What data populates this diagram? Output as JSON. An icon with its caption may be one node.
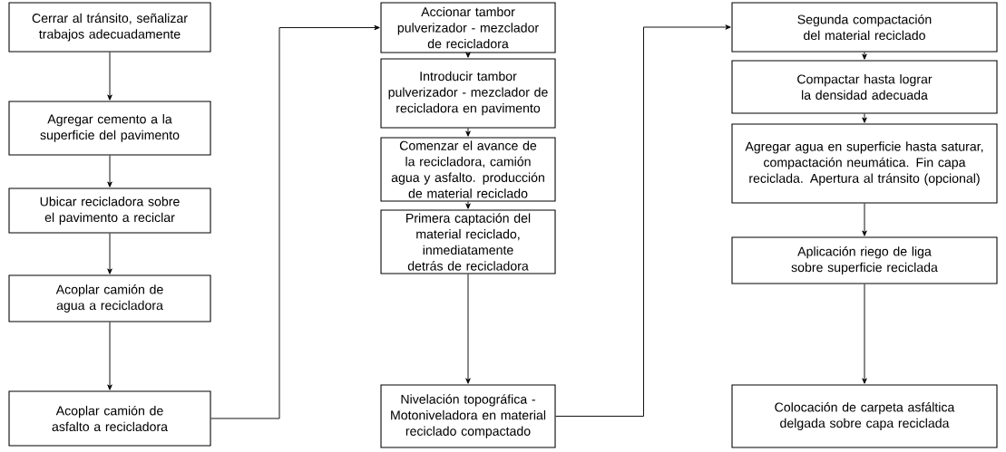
{
  "diagram": {
    "nodes": [
      {
        "text": [
          "Cerrar al tránsito, señalizar trabajos adecuadamente"
        ]
      },
      {
        "text": [
          "Agregar cemento a la superficie del pavimento"
        ]
      },
      {
        "text": [
          "Ubicar recicladora sobre el pavimento a reciclar"
        ]
      },
      {
        "text": [
          "Acoplar camión de agua a recicladora"
        ]
      },
      {
        "text": [
          "Acoplar camión de asfalto a recicladora"
        ]
      },
      {
        "text": [
          "Accionar tambor pulverizador - mezclador de recicladora"
        ]
      },
      {
        "text": [
          "Introducir tambor pulverizador - mezclador de recicladora en pavimento"
        ]
      },
      {
        "text": [
          "Comenzar el avance de la recicladora, camión agua y asfalto. producción de material reciclado"
        ]
      },
      {
        "text": [
          "Primera captación del material reciclado, inmediatamente detrás de recicladora"
        ]
      },
      {
        "text": [
          "Nivelación topográfica - Motoniveladora en material reciclado compactado"
        ]
      },
      {
        "text": [
          "Segunda compactación del material reciclado"
        ]
      },
      {
        "text": [
          "Compactar hasta lograr la densidad adecuada"
        ]
      },
      {
        "text": [
          "Agregar agua en superficie hasta saturar, compactación neumática. Fin capa reciclada. Apertura al tránsito (opcional)"
        ]
      },
      {
        "text": [
          "Aplicación riego de liga sobre superficie reciclada"
        ]
      },
      {
        "text": [
          "Colocación de carpeta asfáltica delgada sobre capa reciclada"
        ]
      }
    ],
    "edges": [
      {
        "from": 0,
        "to": 1,
        "arrow": "to"
      },
      {
        "from": 1,
        "to": 2,
        "arrow": "to"
      },
      {
        "from": 2,
        "to": 3,
        "arrow": "to"
      },
      {
        "from": 3,
        "to": 4,
        "arrow": "to"
      },
      {
        "from": 4,
        "to": 5,
        "arrow": "to"
      },
      {
        "from": 5,
        "to": 6,
        "arrow": "to"
      },
      {
        "from": 6,
        "to": 7,
        "arrow": "to"
      },
      {
        "from": 7,
        "to": 8,
        "arrow": "to"
      },
      {
        "from": 8,
        "to": 9,
        "arrow": "to"
      },
      {
        "from": 9,
        "to": 10,
        "arrow": "to"
      },
      {
        "from": 10,
        "to": 11,
        "arrow": "to"
      },
      {
        "from": 11,
        "to": 12,
        "arrow": "to"
      },
      {
        "from": 12,
        "to": 13,
        "arrow": "to"
      },
      {
        "from": 13,
        "to": 14,
        "arrow": "to"
      }
    ]
  }
}
